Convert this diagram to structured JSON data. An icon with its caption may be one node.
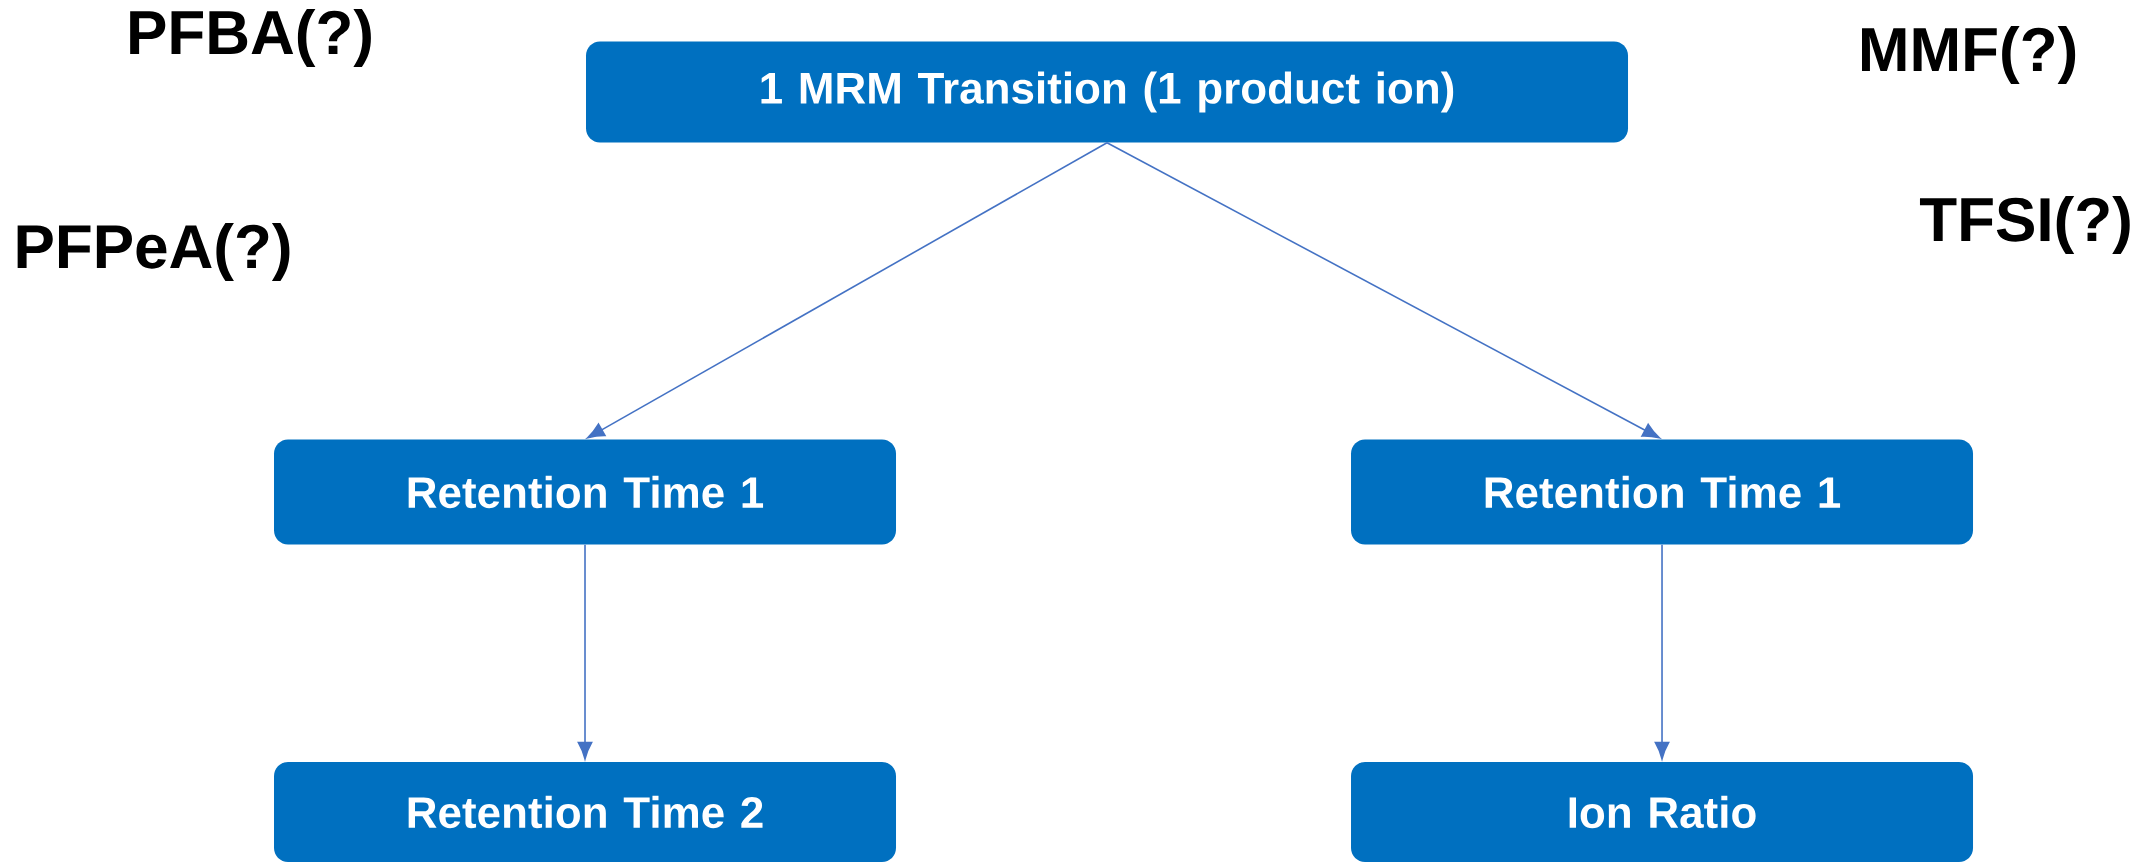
{
  "diagram": {
    "nodes": [
      {
        "text": [
          "1 MRM Transition (1 product ion)"
        ]
      },
      {
        "text": [
          "Retention Time 1"
        ]
      },
      {
        "text": [
          "Retention Time 1"
        ]
      },
      {
        "text": [
          "Retention Time 2"
        ]
      },
      {
        "text": [
          "Ion Ratio"
        ]
      }
    ],
    "edges": [
      {
        "from": 0,
        "to": 1,
        "arrow": "to"
      },
      {
        "from": 0,
        "to": 2,
        "arrow": "to"
      },
      {
        "from": 1,
        "to": 3,
        "arrow": "to"
      },
      {
        "from": 2,
        "to": 4,
        "arrow": "to"
      }
    ],
    "labels": [
      "PFBA(?)",
      "MMF(?)",
      "PFPeA(?)",
      "TFSI(?)"
    ]
  }
}
